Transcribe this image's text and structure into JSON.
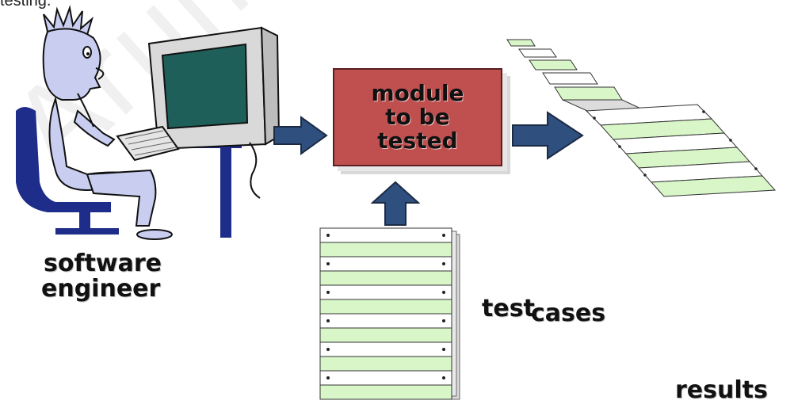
{
  "caption_top": "testing.",
  "watermark": "Arunal",
  "labels": {
    "engineer_line1": "software",
    "engineer_line2": "engineer",
    "test": "test",
    "cases": "cases",
    "results": "results"
  },
  "module": {
    "line1": "module",
    "line2": "to be",
    "line3": "tested"
  },
  "colors": {
    "module_fill": "#c05050",
    "arrow_fill": "#2f4f7f",
    "person_fill": "#c9cdf0",
    "desk_fill": "#1f2d8a",
    "screen_fill": "#1f5f5a",
    "paper_green": "#d8f6c8"
  },
  "icons": [
    "person-icon",
    "computer-icon",
    "keyboard-icon",
    "desk-icon",
    "arrow-right-icon",
    "arrow-up-icon",
    "paper-stack-icon",
    "results-paper-icon"
  ]
}
